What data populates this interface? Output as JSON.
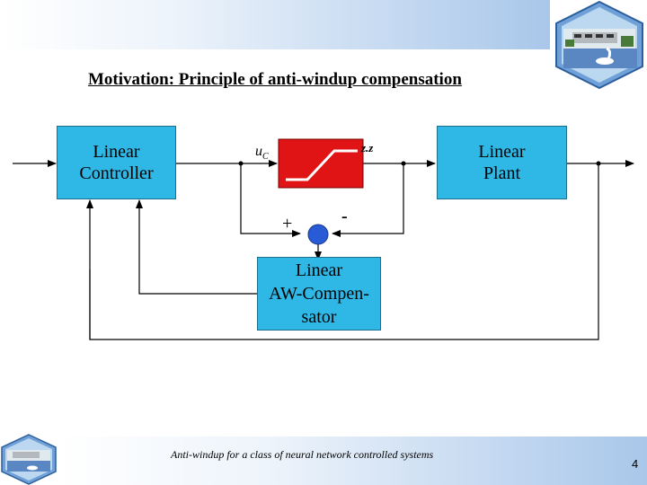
{
  "slide": {
    "title": "Motivation: Principle of anti-windup compensation",
    "footer": "Anti-windup for a class of neural network controlled systems",
    "page_number": "4"
  },
  "diagram": {
    "controller": {
      "line1": "Linear",
      "line2": "Controller"
    },
    "plant": {
      "line1": "Linear",
      "line2": "Plant"
    },
    "compensator": {
      "line1": "Linear",
      "line2": "AW-Compen-",
      "line3": "sator"
    },
    "saturation": {
      "input_label_main": "u",
      "input_label_sub": "C",
      "output_label": "z.z"
    },
    "summing_junction": {
      "plus_sign": "+",
      "minus_sign": "-"
    }
  },
  "colors": {
    "block_fill": "#2fb8e6",
    "saturation_fill": "#e01414",
    "summing_fill": "#2a5bd7"
  },
  "icons": {
    "logo": "lake-building-swan-logo"
  }
}
